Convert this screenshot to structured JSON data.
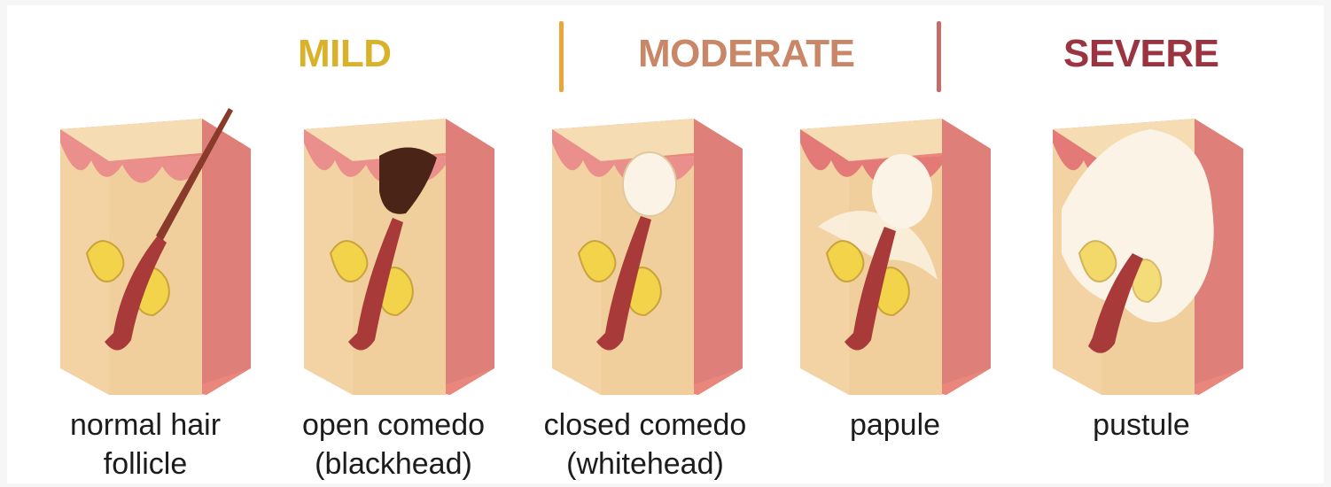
{
  "severity": {
    "mild": "MILD",
    "moderate": "MODERATE",
    "severe": "SEVERE"
  },
  "colors": {
    "mild": "#d9b22a",
    "moderate": "#c98767",
    "severe": "#9b3440",
    "divider_1": "#e8a63c",
    "divider_2": "#c66a6a",
    "skin": "#f3d3a4",
    "skin_edge": "#e9877d",
    "follicle": "#a83a3a",
    "gland": "#f2d34a",
    "plug_dark": "#4a2416",
    "plug_white": "#fbf4e6"
  },
  "stages": [
    {
      "line1": "normal hair",
      "line2": "follicle",
      "icon": "normal-hair-follicle-illustration"
    },
    {
      "line1": "open comedo",
      "line2": "(blackhead)",
      "icon": "blackhead-illustration"
    },
    {
      "line1": "closed comedo",
      "line2": "(whitehead)",
      "icon": "whitehead-illustration"
    },
    {
      "line1": "papule",
      "line2": "",
      "icon": "papule-illustration"
    },
    {
      "line1": "pustule",
      "line2": "",
      "icon": "pustule-illustration"
    }
  ]
}
